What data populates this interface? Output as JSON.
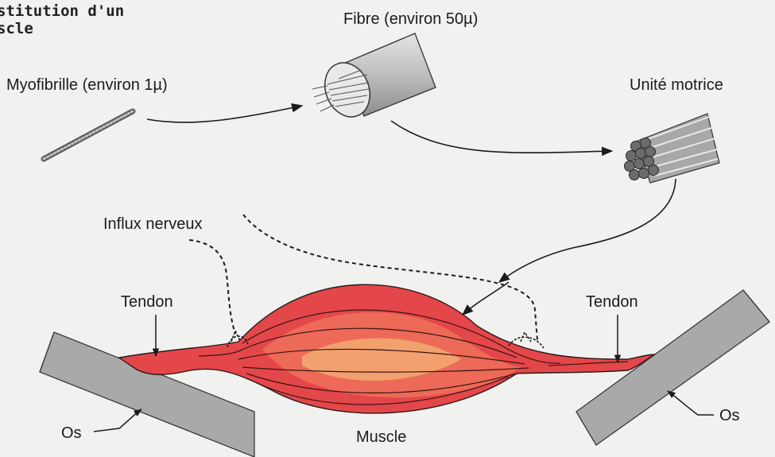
{
  "title": {
    "line1": "stitution d'un",
    "line2": "scle"
  },
  "labels": {
    "myofibrille": "Myofibrille (environ 1µ)",
    "fibre": "Fibre (environ 50µ)",
    "unite": "Unité motrice",
    "influx": "Influx nerveux",
    "tendon_left": "Tendon",
    "tendon_right": "Tendon",
    "os_left": "Os",
    "os_right": "Os",
    "muscle": "Muscle"
  },
  "colors": {
    "background": "#f1f1ef",
    "muscle_outer": "#e4474a",
    "muscle_mid": "#ec6a57",
    "muscle_core": "#f2a06e",
    "bone": "#a9a9a9",
    "ink": "#1b1b1b"
  }
}
